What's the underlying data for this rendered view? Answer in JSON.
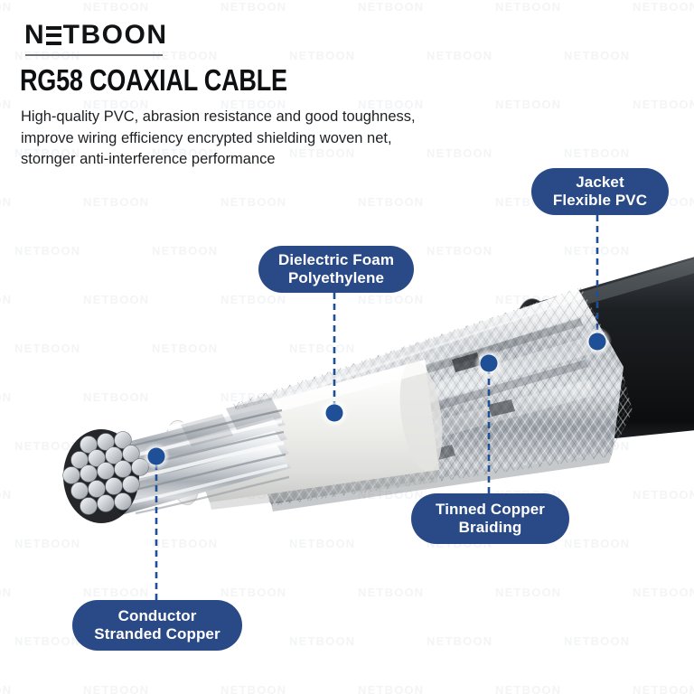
{
  "brand": {
    "logo_text": "NETBOON",
    "logo_part1": "N",
    "logo_part2": "TBOON"
  },
  "header": {
    "title": "RG58 COAXIAL CABLE",
    "description_lines": [
      "High-quality PVC, abrasion resistance and good toughness,",
      "improve wiring efficiency encrypted shielding woven net,",
      "stornger anti-interference performance"
    ]
  },
  "watermark": {
    "text": "NETBOON"
  },
  "callouts": [
    {
      "id": "jacket",
      "line1": "Jacket",
      "line2": "Flexible PVC",
      "marker": "jacket-marker-dot"
    },
    {
      "id": "dielectric",
      "line1": "Dielectric Foam",
      "line2": "Polyethylene",
      "marker": "dielectric-marker-dot"
    },
    {
      "id": "braiding",
      "line1": "Tinned Copper",
      "line2": "Braiding",
      "marker": "braiding-marker-dot"
    },
    {
      "id": "conductor",
      "line1": "Conductor",
      "line2": "Stranded Copper",
      "marker": "conductor-marker-dot"
    }
  ],
  "colors": {
    "badge_navy": "#2a4a87",
    "badge_text": "#ffffff",
    "leader_line": "#1f4f96",
    "marker_dot": "#1f4f96",
    "jacket_black": "#1a1c1e",
    "dielectric_white": "#f2f2f0",
    "braid_silver": "#b9bec4",
    "conductor_silver": "#d6d9dd",
    "title_black": "#0d0f11",
    "divider_gray": "#6f7275"
  },
  "product": {
    "layers": [
      "Conductor Stranded Copper",
      "Dielectric Foam Polyethylene",
      "Tinned Copper Braiding",
      "Jacket Flexible PVC"
    ],
    "conductor_strand_count": 19
  }
}
